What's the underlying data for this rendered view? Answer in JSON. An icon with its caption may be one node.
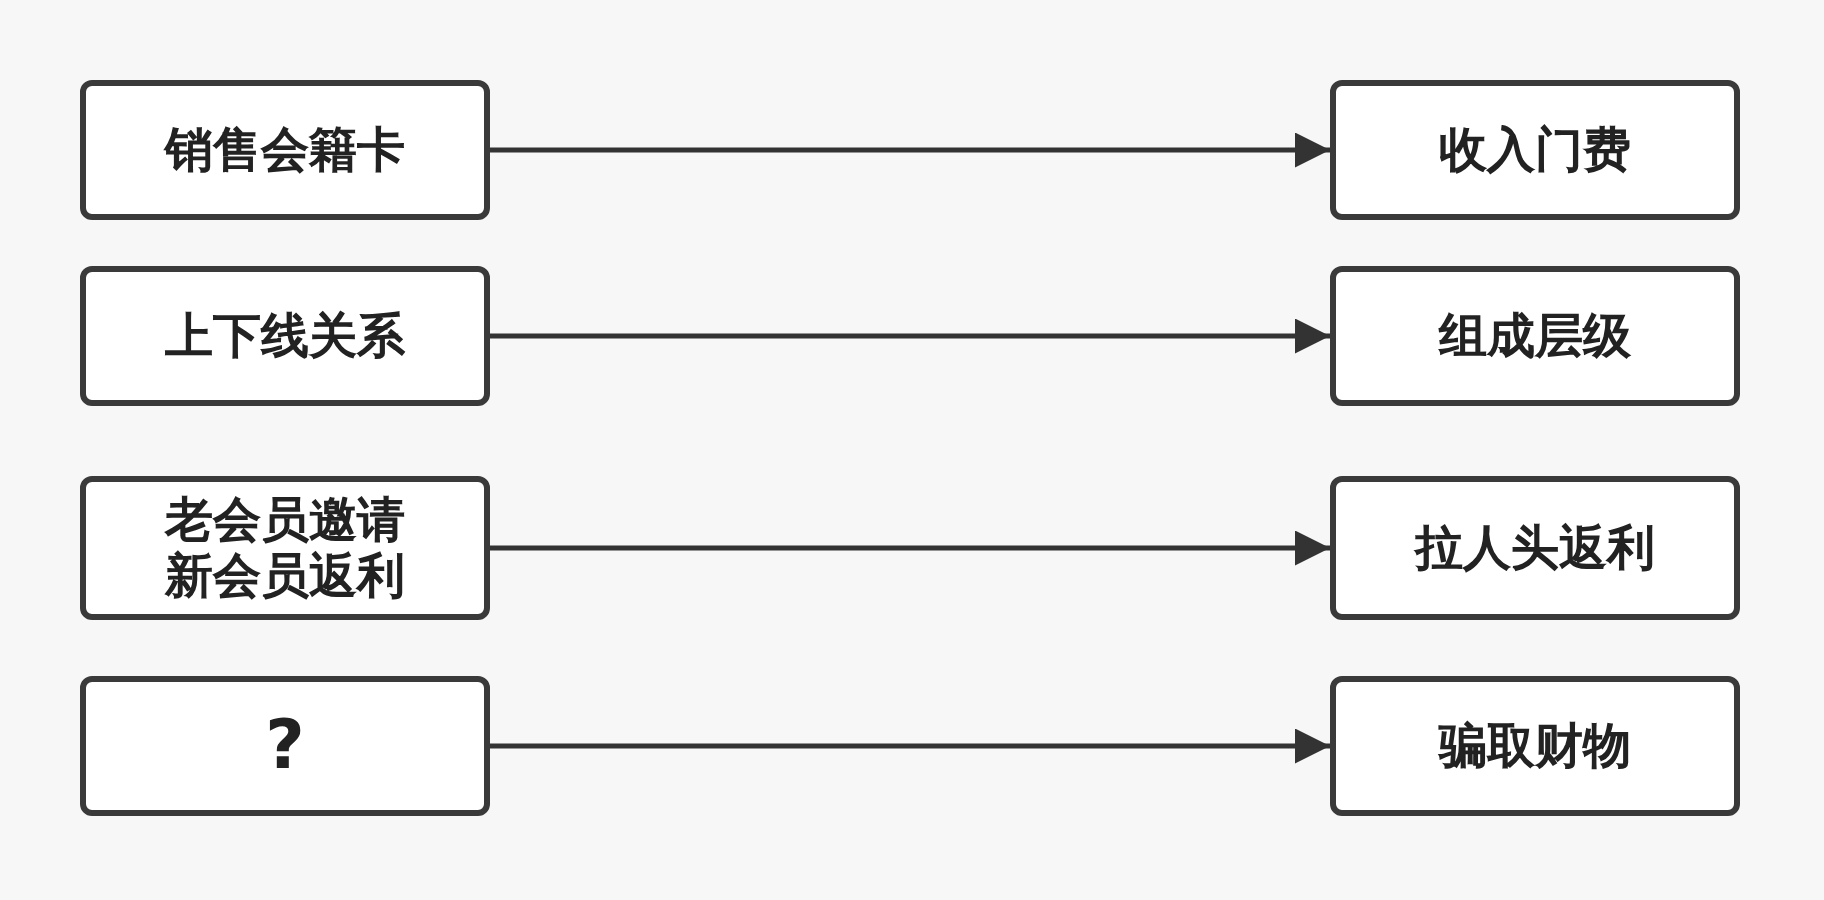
{
  "diagram": {
    "nodes": [
      {
        "text": [
          "销售会籍卡"
        ]
      },
      {
        "text": [
          "收入门费"
        ]
      },
      {
        "text": [
          "上下线关系"
        ]
      },
      {
        "text": [
          "组成层级"
        ]
      },
      {
        "text": [
          "老会员邀请新会员返利"
        ]
      },
      {
        "text": [
          "拉人头返利"
        ]
      },
      {
        "text": [
          "?"
        ]
      },
      {
        "text": [
          "骗取财物"
        ]
      }
    ],
    "edges": [
      {
        "from": 0,
        "to": 1,
        "arrow": "to"
      },
      {
        "from": 2,
        "to": 3,
        "arrow": "to"
      },
      {
        "from": 4,
        "to": 5,
        "arrow": "to"
      },
      {
        "from": 6,
        "to": 7,
        "arrow": "to"
      }
    ]
  }
}
